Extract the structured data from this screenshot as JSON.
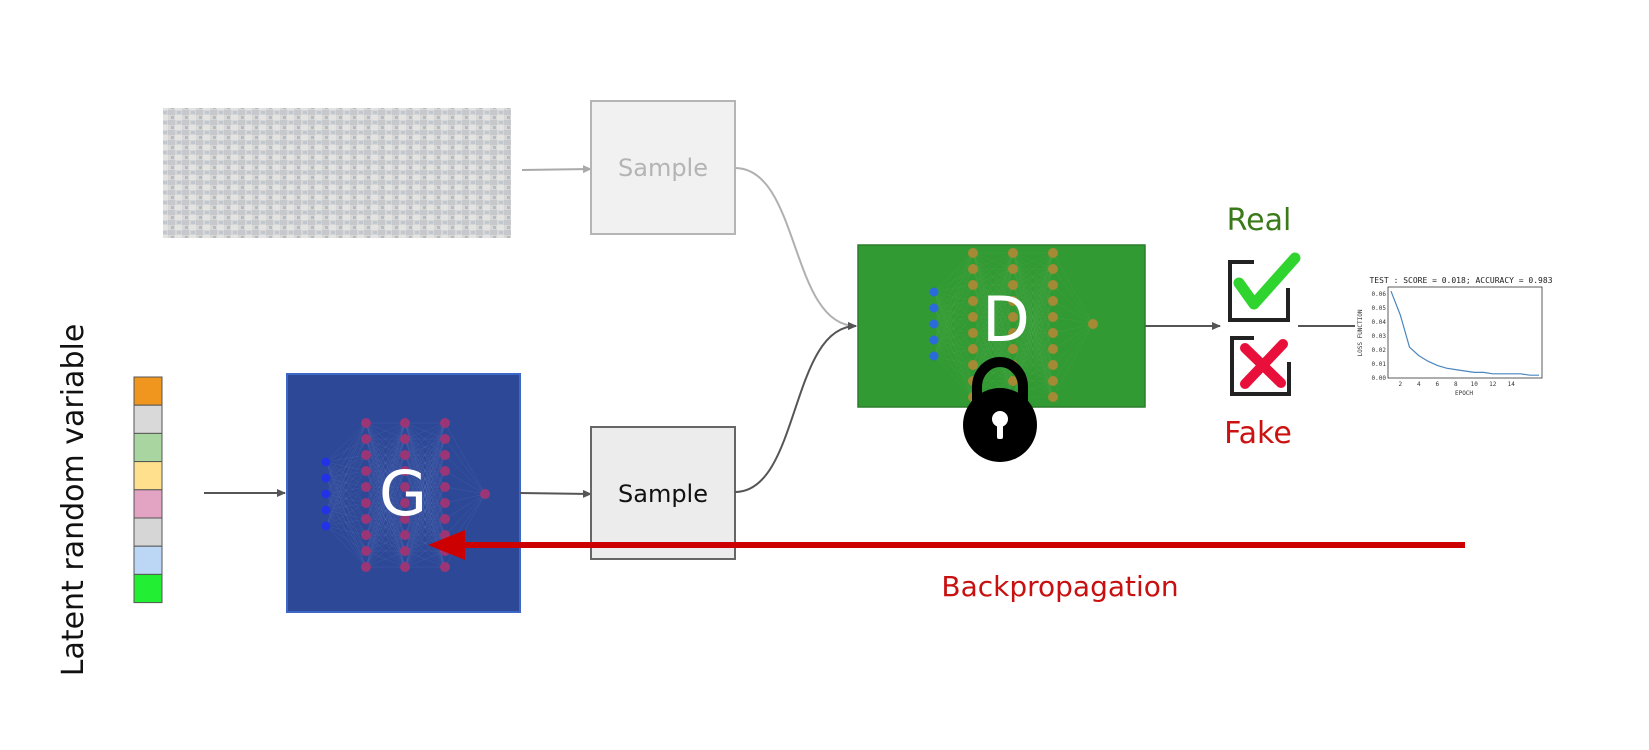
{
  "latent_label": "Latent random variable",
  "latent_colors": [
    "#f0961e",
    "#d9d9d9",
    "#a9d5a0",
    "#ffe08c",
    "#e3a3c3",
    "#d6d6d6",
    "#bcd6f5",
    "#22ee33"
  ],
  "real_sample_label": "Sample",
  "fake_sample_label": "Sample",
  "generator_label": "G",
  "discriminator_label": "D",
  "real_label": "Real",
  "fake_label": "Fake",
  "backprop_label": "Backpropagation",
  "loss_plot": {
    "title": "TEST : SCORE = 0.018; ACCURACY = 0.983",
    "xlabel": "EPOCH",
    "ylabel": "LOSS FUNCTION",
    "xticks": [
      "2",
      "4",
      "6",
      "8",
      "10",
      "12",
      "14"
    ],
    "yticks": [
      "0.00",
      "0.01",
      "0.02",
      "0.03",
      "0.04",
      "0.05",
      "0.06"
    ],
    "y_values": [
      0.062,
      0.045,
      0.022,
      0.016,
      0.012,
      0.009,
      0.007,
      0.006,
      0.005,
      0.004,
      0.004,
      0.003,
      0.003,
      0.003,
      0.003,
      0.002,
      0.002
    ]
  },
  "colors": {
    "generator": "#2d4896",
    "discriminator": "#329a32",
    "backprop": "#cc0000",
    "real": "#3a7a1a",
    "fake": "#cc1111"
  }
}
